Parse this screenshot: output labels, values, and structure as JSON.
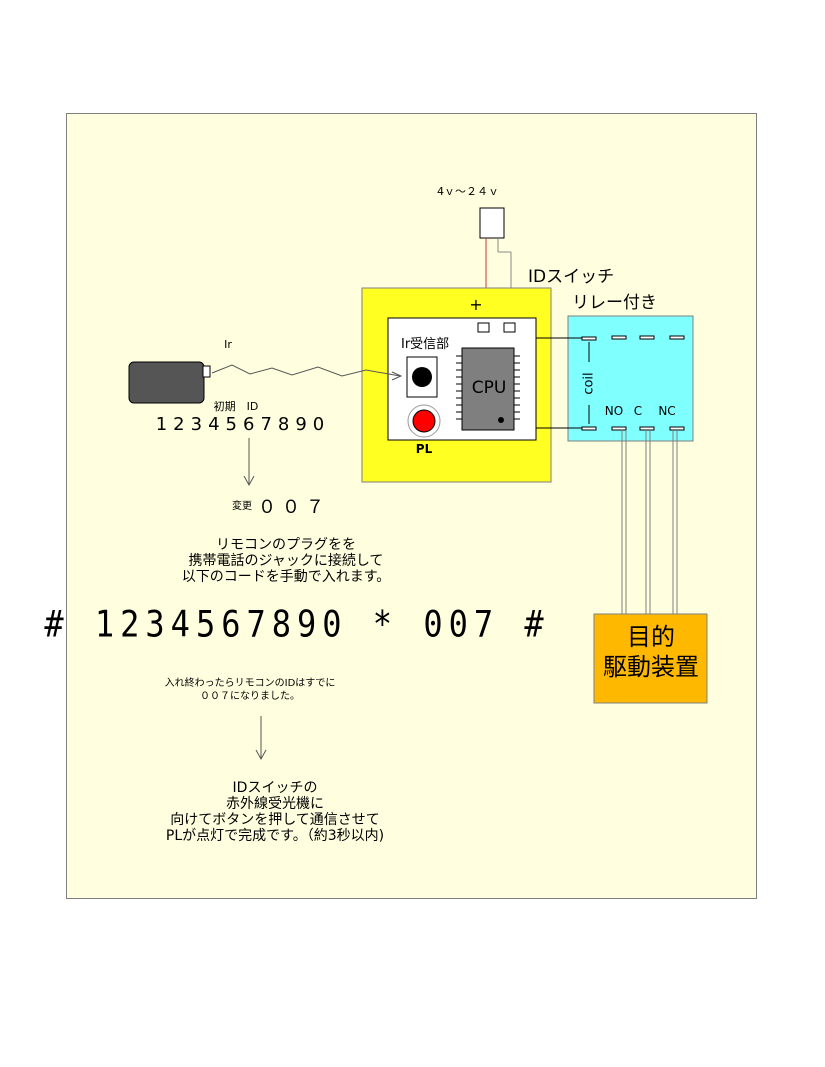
{
  "power": {
    "label": "4ｖ～２４ｖ",
    "plus": "+"
  },
  "id_switch": {
    "title": "IDスイッチ",
    "ir_receiver_label": "Ir受信部",
    "cpu_label": "CPU",
    "pl_label": "PL"
  },
  "relay": {
    "title": "リレー付き",
    "coil_label": "coil",
    "no_label": "NO",
    "c_label": "C",
    "nc_label": "NC"
  },
  "target": {
    "line1": "目的",
    "line2": "駆動装置"
  },
  "remote": {
    "ir_label": "Ir",
    "initial_id_label": "初期　ID",
    "initial_id": "1234567890"
  },
  "change": {
    "label": "変更",
    "value": "００７"
  },
  "instructions": {
    "step1": [
      "リモコンのプラグをを",
      "携帯電話のジャックに接続して",
      "以下のコードを手動で入れます。"
    ],
    "code": "# 1234567890 * 007 #",
    "step2": [
      "入れ終わったらリモコンのIDはすでに",
      "００７になりました。"
    ],
    "step3": [
      "IDスイッチの",
      "赤外線受光機に",
      "向けてボタンを押して通信させて",
      "PLが点灯で完成です。（約3秒以内)"
    ]
  },
  "colors": {
    "panel_bg": "#ffffe0",
    "board_yellow": "#ffff22",
    "relay_cyan": "#80ffff",
    "target_orange": "#ffb800",
    "led_red": "#ff0000",
    "cpu_gray": "#7f7f7f",
    "remote_gray": "#555555"
  }
}
